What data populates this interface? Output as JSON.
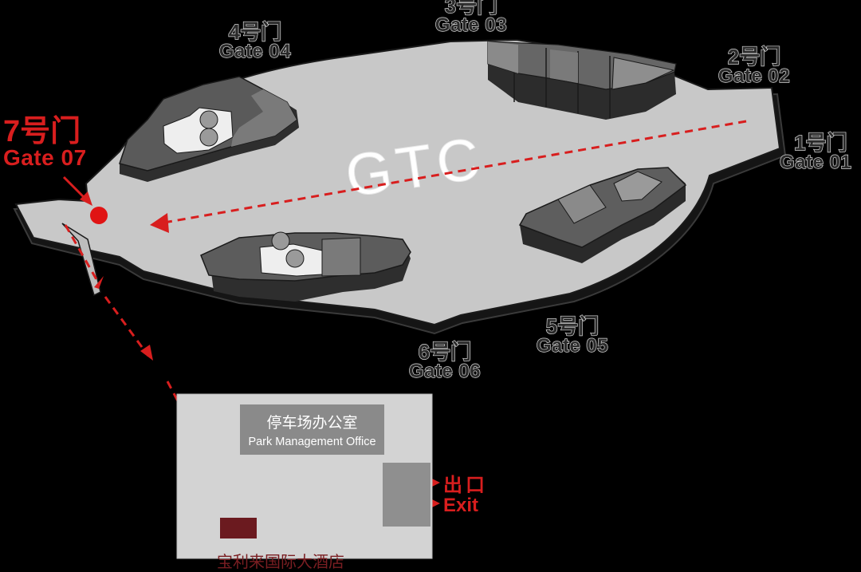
{
  "map": {
    "center_label": "GTC",
    "gates": {
      "g1": {
        "cn": "1号门",
        "en": "Gate 01"
      },
      "g2": {
        "cn": "2号门",
        "en": "Gate 02"
      },
      "g3": {
        "cn": "3号门",
        "en": "Gate 03"
      },
      "g4": {
        "cn": "4号门",
        "en": "Gate 04"
      },
      "g5": {
        "cn": "5号门",
        "en": "Gate 05"
      },
      "g6": {
        "cn": "6号门",
        "en": "Gate 06"
      },
      "g7": {
        "cn": "7号门",
        "en": "Gate 07"
      }
    },
    "office": {
      "cn": "停车场办公室",
      "en": "Park Management Office"
    },
    "exit": {
      "cn": "出口",
      "en": "Exit"
    },
    "hotel_label": "宝利来国际大酒店",
    "colors": {
      "route": "#d81e1e",
      "platform": "#c8c8c8",
      "building": "#4a4a4a",
      "hotel": "#6b1a1f"
    }
  }
}
